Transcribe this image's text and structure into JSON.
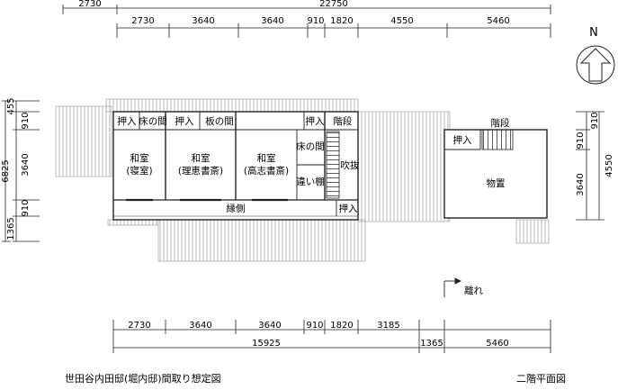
{
  "top_dims": {
    "total": "22750",
    "left_offset": "2730",
    "segments": [
      "2730",
      "3640",
      "3640",
      "910",
      "1820",
      "4550",
      "5460"
    ]
  },
  "bottom_dims": {
    "segments": [
      "2730",
      "3640",
      "3640",
      "910",
      "1820",
      "3185"
    ],
    "right_segment": "5460",
    "total": "15925",
    "gap": "1365"
  },
  "left_dims": {
    "upper": [
      "455",
      "910",
      "3640",
      "910",
      "1365"
    ],
    "total": "6825"
  },
  "right_dims": [
    "910",
    "910",
    "3640",
    "4550"
  ],
  "north": "N",
  "rooms": {
    "oshiire": "押入",
    "tokonoma": "床の間",
    "itanoma": "板の間",
    "washitsu": "和室",
    "shinshitsu": "(寝室)",
    "rie_shosai": "(理恵書斎)",
    "takashi_shosai": "(高志書斎)",
    "chigaidana": "違い棚",
    "kaidan": "階段",
    "fukinuke": "吹抜",
    "engawa": "縁側",
    "monooki": "物置",
    "hanare": "離れ"
  },
  "captions": {
    "title": "世田谷内田邸(堀内邸)間取り想定図",
    "floor": "二階平面図"
  }
}
